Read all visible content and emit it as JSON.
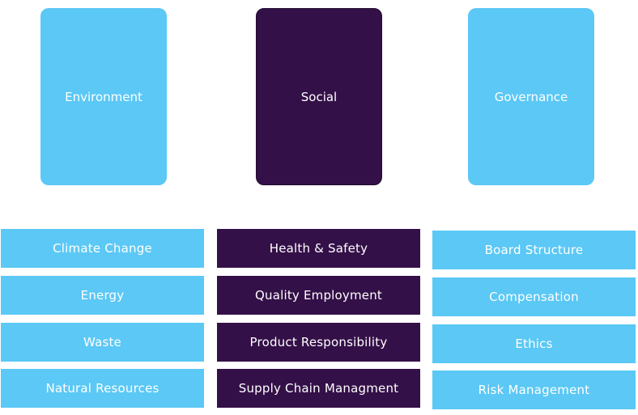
{
  "colors": {
    "light_blue": "#5bc8f5",
    "dark_purple": "#341048"
  },
  "pillars": [
    {
      "label": "Environment",
      "color": "#5bc8f5"
    },
    {
      "label": "Social",
      "color": "#341048"
    },
    {
      "label": "Governance",
      "color": "#5bc8f5"
    }
  ],
  "columns": [
    {
      "color": "#5bc8f5",
      "items": [
        "Climate Change",
        "Energy",
        "Waste",
        "Natural Resources"
      ]
    },
    {
      "color": "#341048",
      "items": [
        "Health & Safety",
        "Quality Employment",
        "Product Responsibility",
        "Supply Chain Managment"
      ]
    },
    {
      "color": "#5bc8f5",
      "items": [
        "Board Structure",
        "Compensation",
        "Ethics",
        "Risk Management"
      ]
    }
  ]
}
